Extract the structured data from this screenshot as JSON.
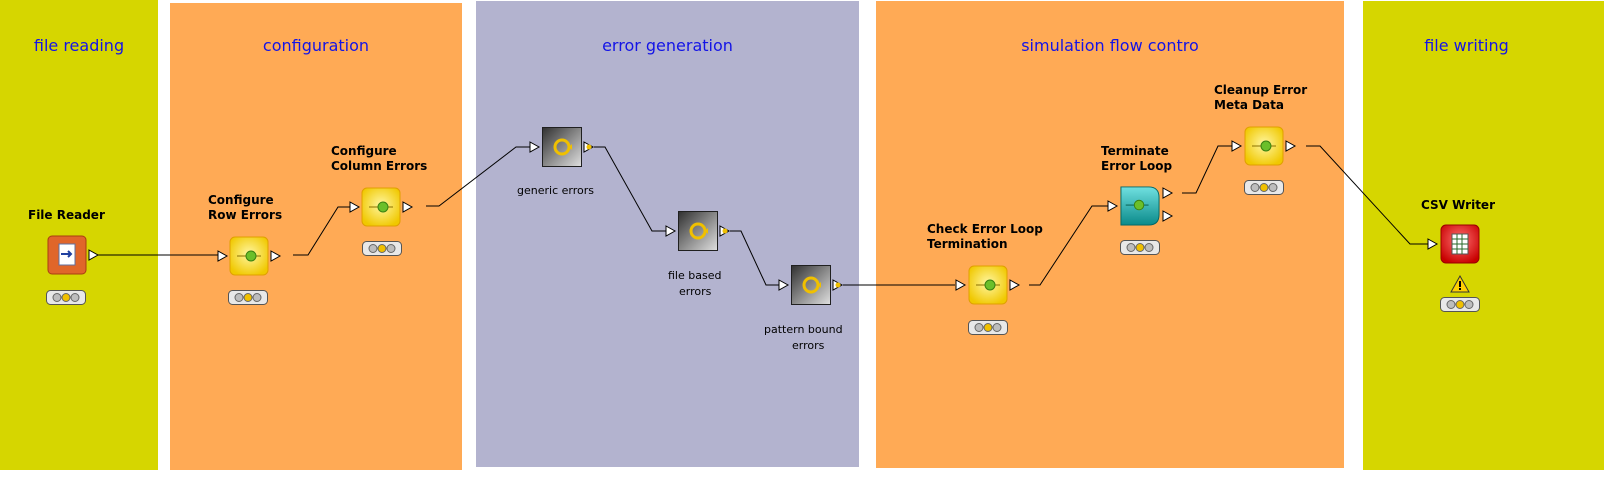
{
  "annotations": [
    {
      "id": "file-reading",
      "title": "file reading",
      "color": "#d6d600"
    },
    {
      "id": "configuration",
      "title": "configuration",
      "color": "#ffaa55"
    },
    {
      "id": "error-generation",
      "title": "error generation",
      "color": "#b3b3cf"
    },
    {
      "id": "simulation-flow-control",
      "title": "simulation flow contro",
      "color": "#ffaa55"
    },
    {
      "id": "file-writing",
      "title": "file writing",
      "color": "#d6d600"
    }
  ],
  "nodes": {
    "file_reader": {
      "label": "File Reader",
      "icon": "file-reader-icon",
      "color": "#e0662a"
    },
    "configure_row_errors": {
      "label_1": "Configure",
      "label_2": "Row Errors",
      "icon": "manipulator-icon",
      "color": "#f5e24a"
    },
    "configure_column_errors": {
      "label_1": "Configure",
      "label_2": "Column Errors",
      "icon": "manipulator-icon",
      "color": "#f5e24a"
    },
    "generic_errors": {
      "label": "generic errors",
      "icon": "metanode-icon",
      "color": "#6e6e6e"
    },
    "file_based_errors": {
      "label_1": "file based",
      "label_2": "errors",
      "icon": "metanode-icon",
      "color": "#6e6e6e"
    },
    "pattern_bound_errors": {
      "label_1": "pattern bound",
      "label_2": "errors",
      "icon": "metanode-icon",
      "color": "#6e6e6e"
    },
    "check_error_loop": {
      "label_1": "Check Error Loop",
      "label_2": "Termination",
      "icon": "manipulator-icon",
      "color": "#f5e24a"
    },
    "terminate_error_loop": {
      "label_1": "Terminate",
      "label_2": "Error Loop",
      "icon": "loop-end-icon",
      "color": "#1aa6a6"
    },
    "cleanup_error_meta": {
      "label_1": "Cleanup Error",
      "label_2": "Meta Data",
      "icon": "manipulator-icon",
      "color": "#f5e24a"
    },
    "csv_writer": {
      "label": "CSV Writer",
      "icon": "csv-writer-icon",
      "color": "#e02a2a"
    }
  },
  "status_colors": {
    "idle": "#f0c000",
    "warning": "#f0c000"
  }
}
